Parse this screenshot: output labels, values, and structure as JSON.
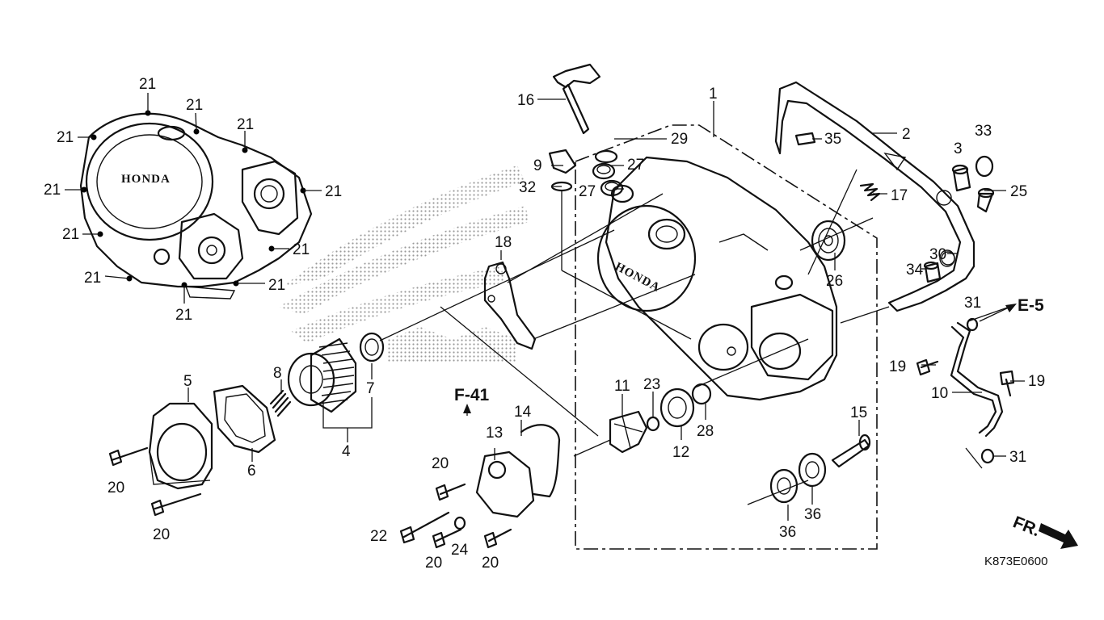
{
  "diagram": {
    "image_code": "K873E0600",
    "direction_label": "FR.",
    "page_refs": [
      "F-41",
      "E-5"
    ],
    "brand_marks": [
      "HONDA",
      "HONDA"
    ],
    "callouts": [
      "21",
      "21",
      "21",
      "21",
      "21",
      "21",
      "21",
      "21",
      "21",
      "21",
      "21",
      "21",
      "21",
      "1",
      "2",
      "3",
      "33",
      "35",
      "25",
      "17",
      "30",
      "34",
      "26",
      "31",
      "19",
      "19",
      "10",
      "31",
      "16",
      "29",
      "27",
      "27",
      "9",
      "32",
      "18",
      "8",
      "7",
      "4",
      "5",
      "6",
      "20",
      "20",
      "11",
      "23",
      "28",
      "12",
      "14",
      "13",
      "20",
      "22",
      "20",
      "24",
      "20",
      "15",
      "36",
      "36"
    ]
  }
}
